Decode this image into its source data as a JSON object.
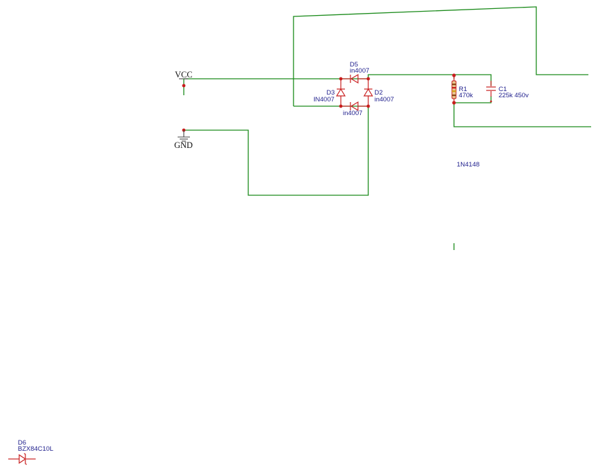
{
  "power": {
    "vcc": "VCC",
    "gnd": "GND"
  },
  "components": {
    "d5": {
      "ref": "D5",
      "value": "in4007"
    },
    "d3": {
      "ref": "D3",
      "value": "IN4007"
    },
    "d2": {
      "ref": "D2",
      "value": "in4007"
    },
    "d4": {
      "value": "in4007"
    },
    "r1": {
      "ref": "R1",
      "value": "470k"
    },
    "c1": {
      "ref": "C1",
      "value": "225k 450v"
    },
    "d6": {
      "ref": "D6",
      "value": "BZX84C10L"
    }
  },
  "labels": {
    "part_value": "1N4148"
  },
  "colors": {
    "wire": "#1a8a1a",
    "part": "#c81e1e",
    "text": "#1e1e8c"
  }
}
